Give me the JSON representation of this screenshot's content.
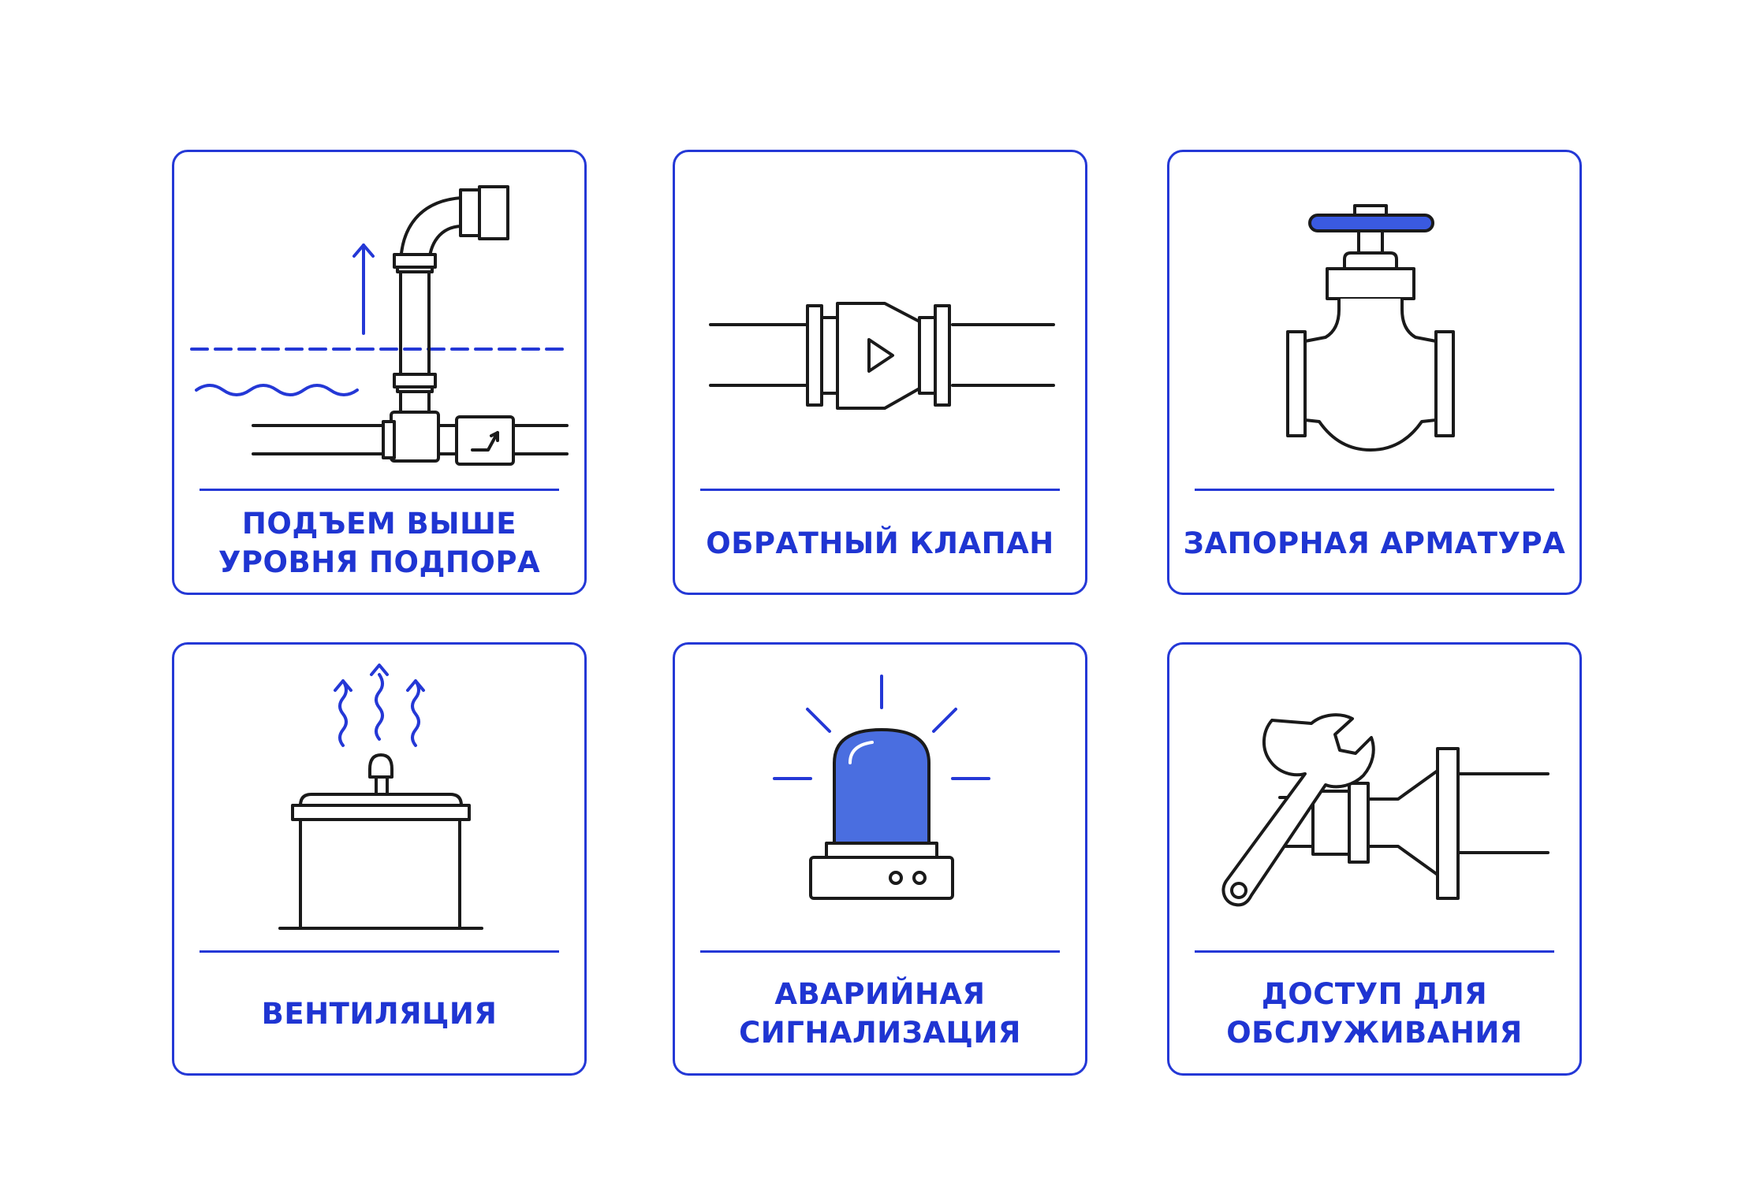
{
  "colors": {
    "accent": "#2438d6",
    "icon_stroke": "#1a1a1a",
    "icon_fill": "#4a6ee0",
    "background": "#ffffff"
  },
  "cards": [
    {
      "title": "ПОДЪЕМ  ВЫШЕ\nУРОВНЯ ПОДПОРА",
      "icon": "pipe-rise-icon"
    },
    {
      "title": "ОБРАТНЫЙ КЛАПАН",
      "icon": "check-valve-icon"
    },
    {
      "title": "ЗАПОРНАЯ АРМАТУРА",
      "icon": "gate-valve-icon"
    },
    {
      "title": "ВЕНТИЛЯЦИЯ",
      "icon": "ventilation-icon"
    },
    {
      "title": "АВАРИЙНАЯ\nСИГНАЛИЗАЦИЯ",
      "icon": "alarm-beacon-icon"
    },
    {
      "title": "ДОСТУП ДЛЯ\nОБСЛУЖИВАНИЯ",
      "icon": "wrench-service-icon"
    }
  ]
}
